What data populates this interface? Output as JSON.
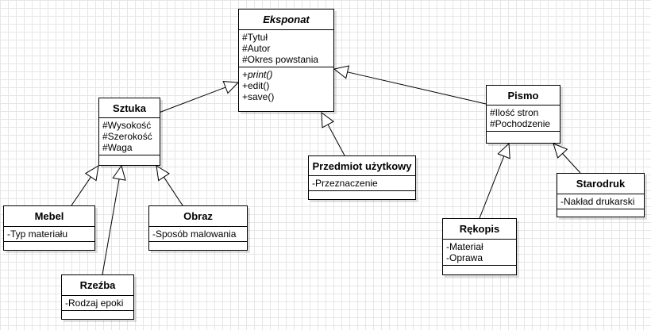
{
  "classes": {
    "eksponat": {
      "name": "Eksponat",
      "attributes": [
        "#Tytuł",
        "#Autor",
        "#Okres powstania"
      ],
      "operations": [
        "+print()",
        "+edit()",
        "+save()"
      ]
    },
    "sztuka": {
      "name": "Sztuka",
      "attributes": [
        "#Wysokość",
        "#Szerokość",
        "#Waga"
      ],
      "operations": []
    },
    "pismo": {
      "name": "Pismo",
      "attributes": [
        "#Ilość stron",
        "#Pochodzenie"
      ],
      "operations": []
    },
    "przedmiot": {
      "name": "Przedmiot użytkowy",
      "attributes": [
        "-Przeznaczenie"
      ],
      "operations": []
    },
    "mebel": {
      "name": "Mebel",
      "attributes": [
        "-Typ materiału"
      ],
      "operations": []
    },
    "obraz": {
      "name": "Obraz",
      "attributes": [
        "-Sposób malowania"
      ],
      "operations": []
    },
    "rzezba": {
      "name": "Rzeźba",
      "attributes": [
        "-Rodzaj epoki"
      ],
      "operations": []
    },
    "rekopis": {
      "name": "Rękopis",
      "attributes": [
        "-Materiał",
        "-Oprawa"
      ],
      "operations": []
    },
    "starodruk": {
      "name": "Starodruk",
      "attributes": [
        "-Nakład drukarski"
      ],
      "operations": []
    }
  },
  "relations": [
    {
      "type": "generalization",
      "from": "Sztuka",
      "to": "Eksponat"
    },
    {
      "type": "generalization",
      "from": "Pismo",
      "to": "Eksponat"
    },
    {
      "type": "generalization",
      "from": "Przedmiot użytkowy",
      "to": "Eksponat"
    },
    {
      "type": "generalization",
      "from": "Mebel",
      "to": "Sztuka"
    },
    {
      "type": "generalization",
      "from": "Rzeźba",
      "to": "Sztuka"
    },
    {
      "type": "generalization",
      "from": "Obraz",
      "to": "Sztuka"
    },
    {
      "type": "generalization",
      "from": "Rękopis",
      "to": "Pismo"
    },
    {
      "type": "generalization",
      "from": "Starodruk",
      "to": "Pismo"
    }
  ]
}
